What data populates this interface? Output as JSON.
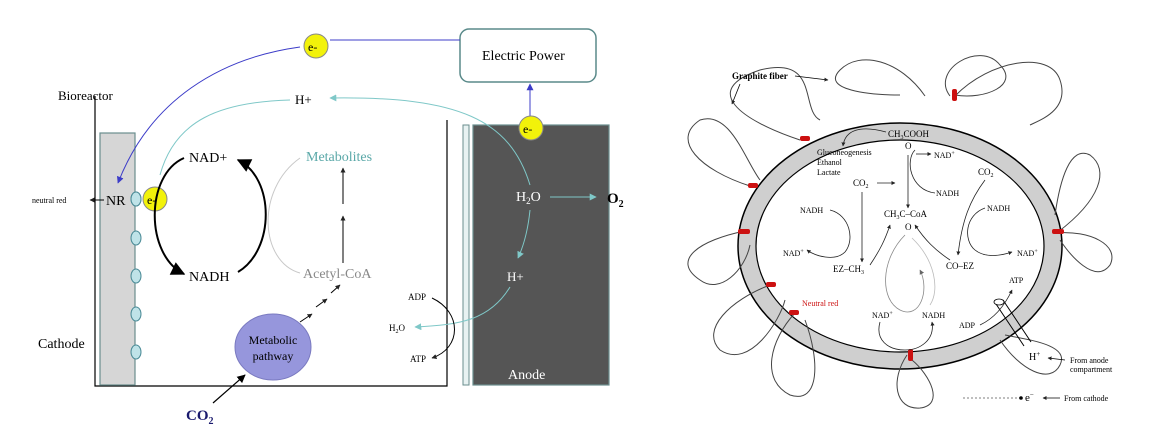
{
  "left_diagram": {
    "bioreactor_label": "Bioreactor",
    "cathode_label": "Cathode",
    "anode_label": "Anode",
    "electric_power_label": "Electric Power",
    "electron_label": "e-",
    "nr_label": "NR",
    "neutral_red_label": "neutral red",
    "h_plus_label": "H+",
    "nad_plus_label": "NAD+",
    "nadh_label": "NADH",
    "metabolites_label": "Metabolites",
    "acetyl_coa_label": "Acetyl-CoA",
    "metabolic_pathway_label": [
      "Metabolic",
      "pathway"
    ],
    "co2_label": "CO",
    "co2_sub": "2",
    "h2o_label": "H",
    "h2o_sub": "2",
    "h2o_suffix": "O",
    "o2_label": "O",
    "o2_sub": "2",
    "adp_label": "ADP",
    "atp_label": "ATP",
    "h2o_small_label": "H",
    "h2o_small_sub": "2",
    "h2o_small_suffix": "O",
    "colors": {
      "electron_fill": "#f2f20a",
      "pathway_fill": "#9696dc",
      "anode_fill": "#555555",
      "cathode_fill": "#d6d6d6",
      "metabolites_color": "#5aa8a8",
      "wire_color": "#3c3cc8"
    }
  },
  "right_diagram": {
    "graphite_fiber_label": "Graphite fiber",
    "ch3cooh_label": "CH",
    "ch3cooh_sub": "3",
    "ch3cooh_suffix": "COOH",
    "o_label": "O",
    "gluconeogenesis_label": "Gluconeogenesis",
    "ethanol_label": "Ethanol",
    "lactate_label": "Lactate",
    "nad_plus_label": "NAD",
    "nad_sup": "+",
    "nadh_label": "NADH",
    "co2_label": "CO",
    "co2_sub": "2",
    "ch3c_coa_label": "CH",
    "ch3c_coa_sub": "3",
    "ch3c_coa_suffix": "C–CoA",
    "ez_ch3_label": "EZ–CH",
    "ez_ch3_sub": "3",
    "co_ez_label": "CO–EZ",
    "neutral_red_label": "Neutral red",
    "adp_label": "ADP",
    "atp_label": "ATP",
    "h_plus_label": "H",
    "h_plus_sup": "+",
    "from_anode_label": [
      "From anode",
      "compartment"
    ],
    "e_minus_label": "e",
    "e_minus_sup": "−",
    "from_cathode_label": "From cathode",
    "colors": {
      "ring_fill": "#cfcfcf",
      "neutral_red_color": "#cc1111"
    }
  }
}
